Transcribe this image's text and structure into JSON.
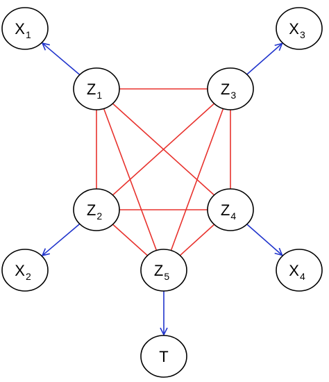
{
  "colors": {
    "undirected_edge": "#e8322d",
    "directed_edge": "#1f33cc",
    "node_stroke": "#000000",
    "node_fill": "#ffffff"
  },
  "nodes": [
    {
      "id": "X1",
      "main": "X",
      "sub": "1"
    },
    {
      "id": "X3",
      "main": "X",
      "sub": "3"
    },
    {
      "id": "Z1",
      "main": "Z",
      "sub": "1"
    },
    {
      "id": "Z3",
      "main": "Z",
      "sub": "3"
    },
    {
      "id": "Z2",
      "main": "Z",
      "sub": "2"
    },
    {
      "id": "Z4",
      "main": "Z",
      "sub": "4"
    },
    {
      "id": "X2",
      "main": "X",
      "sub": "2"
    },
    {
      "id": "Z5",
      "main": "Z",
      "sub": "5"
    },
    {
      "id": "X4",
      "main": "X",
      "sub": "4"
    },
    {
      "id": "T",
      "main": "T",
      "sub": ""
    }
  ],
  "undirected_edges": [
    [
      "Z1",
      "Z3"
    ],
    [
      "Z1",
      "Z2"
    ],
    [
      "Z1",
      "Z4"
    ],
    [
      "Z1",
      "Z5"
    ],
    [
      "Z3",
      "Z2"
    ],
    [
      "Z3",
      "Z4"
    ],
    [
      "Z3",
      "Z5"
    ],
    [
      "Z2",
      "Z4"
    ],
    [
      "Z2",
      "Z5"
    ],
    [
      "Z4",
      "Z5"
    ]
  ],
  "directed_edges": [
    [
      "Z1",
      "X1"
    ],
    [
      "Z3",
      "X3"
    ],
    [
      "Z2",
      "X2"
    ],
    [
      "Z4",
      "X4"
    ],
    [
      "Z5",
      "T"
    ]
  ]
}
